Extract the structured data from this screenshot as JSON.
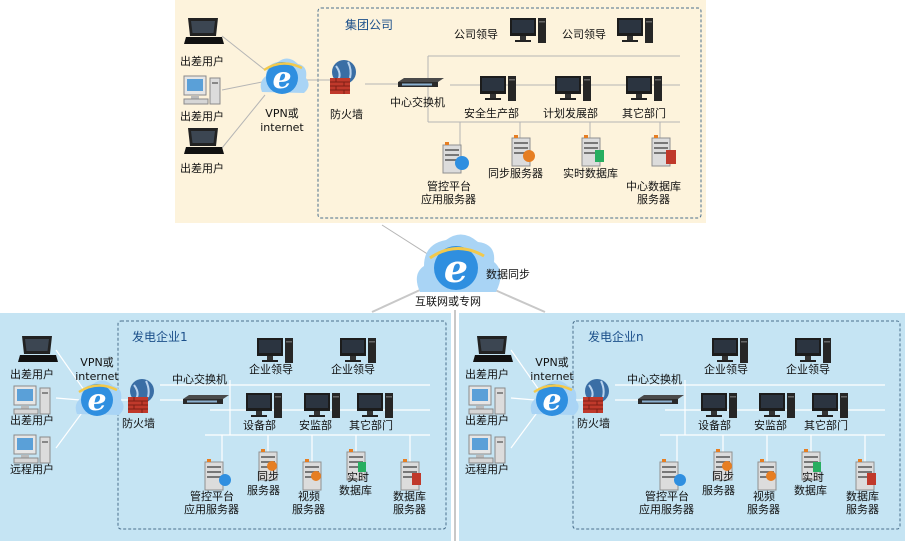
{
  "hq": {
    "title": "集团公司",
    "remote_users": [
      "出差用户",
      "出差用户",
      "出差用户"
    ],
    "vpn_line1": "VPN或",
    "vpn_line2": "internet",
    "firewall": "防火墙",
    "switch": "中心交换机",
    "leaders": [
      "公司领导",
      "公司领导"
    ],
    "departments": [
      "安全生产部",
      "计划发展部",
      "其它部门"
    ],
    "server_platform": [
      "管控平台",
      "应用服务器"
    ],
    "server_sync": "同步服务器",
    "server_realtime": "实时数据库",
    "server_center": [
      "中心数据库",
      "服务器"
    ]
  },
  "internet": {
    "label": "互联网或专网",
    "sync": "数据同步"
  },
  "plants": [
    {
      "title": "发电企业1",
      "users": [
        "出差用户",
        "出差用户",
        "远程用户"
      ],
      "vpn_line1": "VPN或",
      "vpn_line2": "internet",
      "firewall": "防火墙",
      "switch": "中心交换机",
      "leaders": [
        "企业领导",
        "企业领导"
      ],
      "departments": [
        "设备部",
        "安监部",
        "其它部门"
      ],
      "servers": {
        "platform": [
          "管控平台",
          "应用服务器"
        ],
        "sync": [
          "同步",
          "服务器"
        ],
        "video": [
          "视频",
          "服务器"
        ],
        "realtime": [
          "实时",
          "数据库"
        ],
        "database": [
          "数据库",
          "服务器"
        ]
      }
    },
    {
      "title": "发电企业n",
      "users": [
        "出差用户",
        "出差用户",
        "远程用户"
      ],
      "vpn_line1": "VPN或",
      "vpn_line2": "internet",
      "firewall": "防火墙",
      "switch": "中心交换机",
      "leaders": [
        "企业领导",
        "企业领导"
      ],
      "departments": [
        "设备部",
        "安监部",
        "其它部门"
      ],
      "servers": {
        "platform": [
          "管控平台",
          "应用服务器"
        ],
        "sync": [
          "同步",
          "服务器"
        ],
        "video": [
          "视频",
          "服务器"
        ],
        "realtime": [
          "实时",
          "数据库"
        ],
        "database": [
          "数据库",
          "服务器"
        ]
      }
    }
  ],
  "colors": {
    "hq_background": "#fdf3dc",
    "plant_background": "#c5e4f3",
    "dashed_border": "#4a6f8c",
    "link_line": "#b5b5b5",
    "ie_blue": "#2f8fe0",
    "firewall_red": "#c0392b"
  }
}
